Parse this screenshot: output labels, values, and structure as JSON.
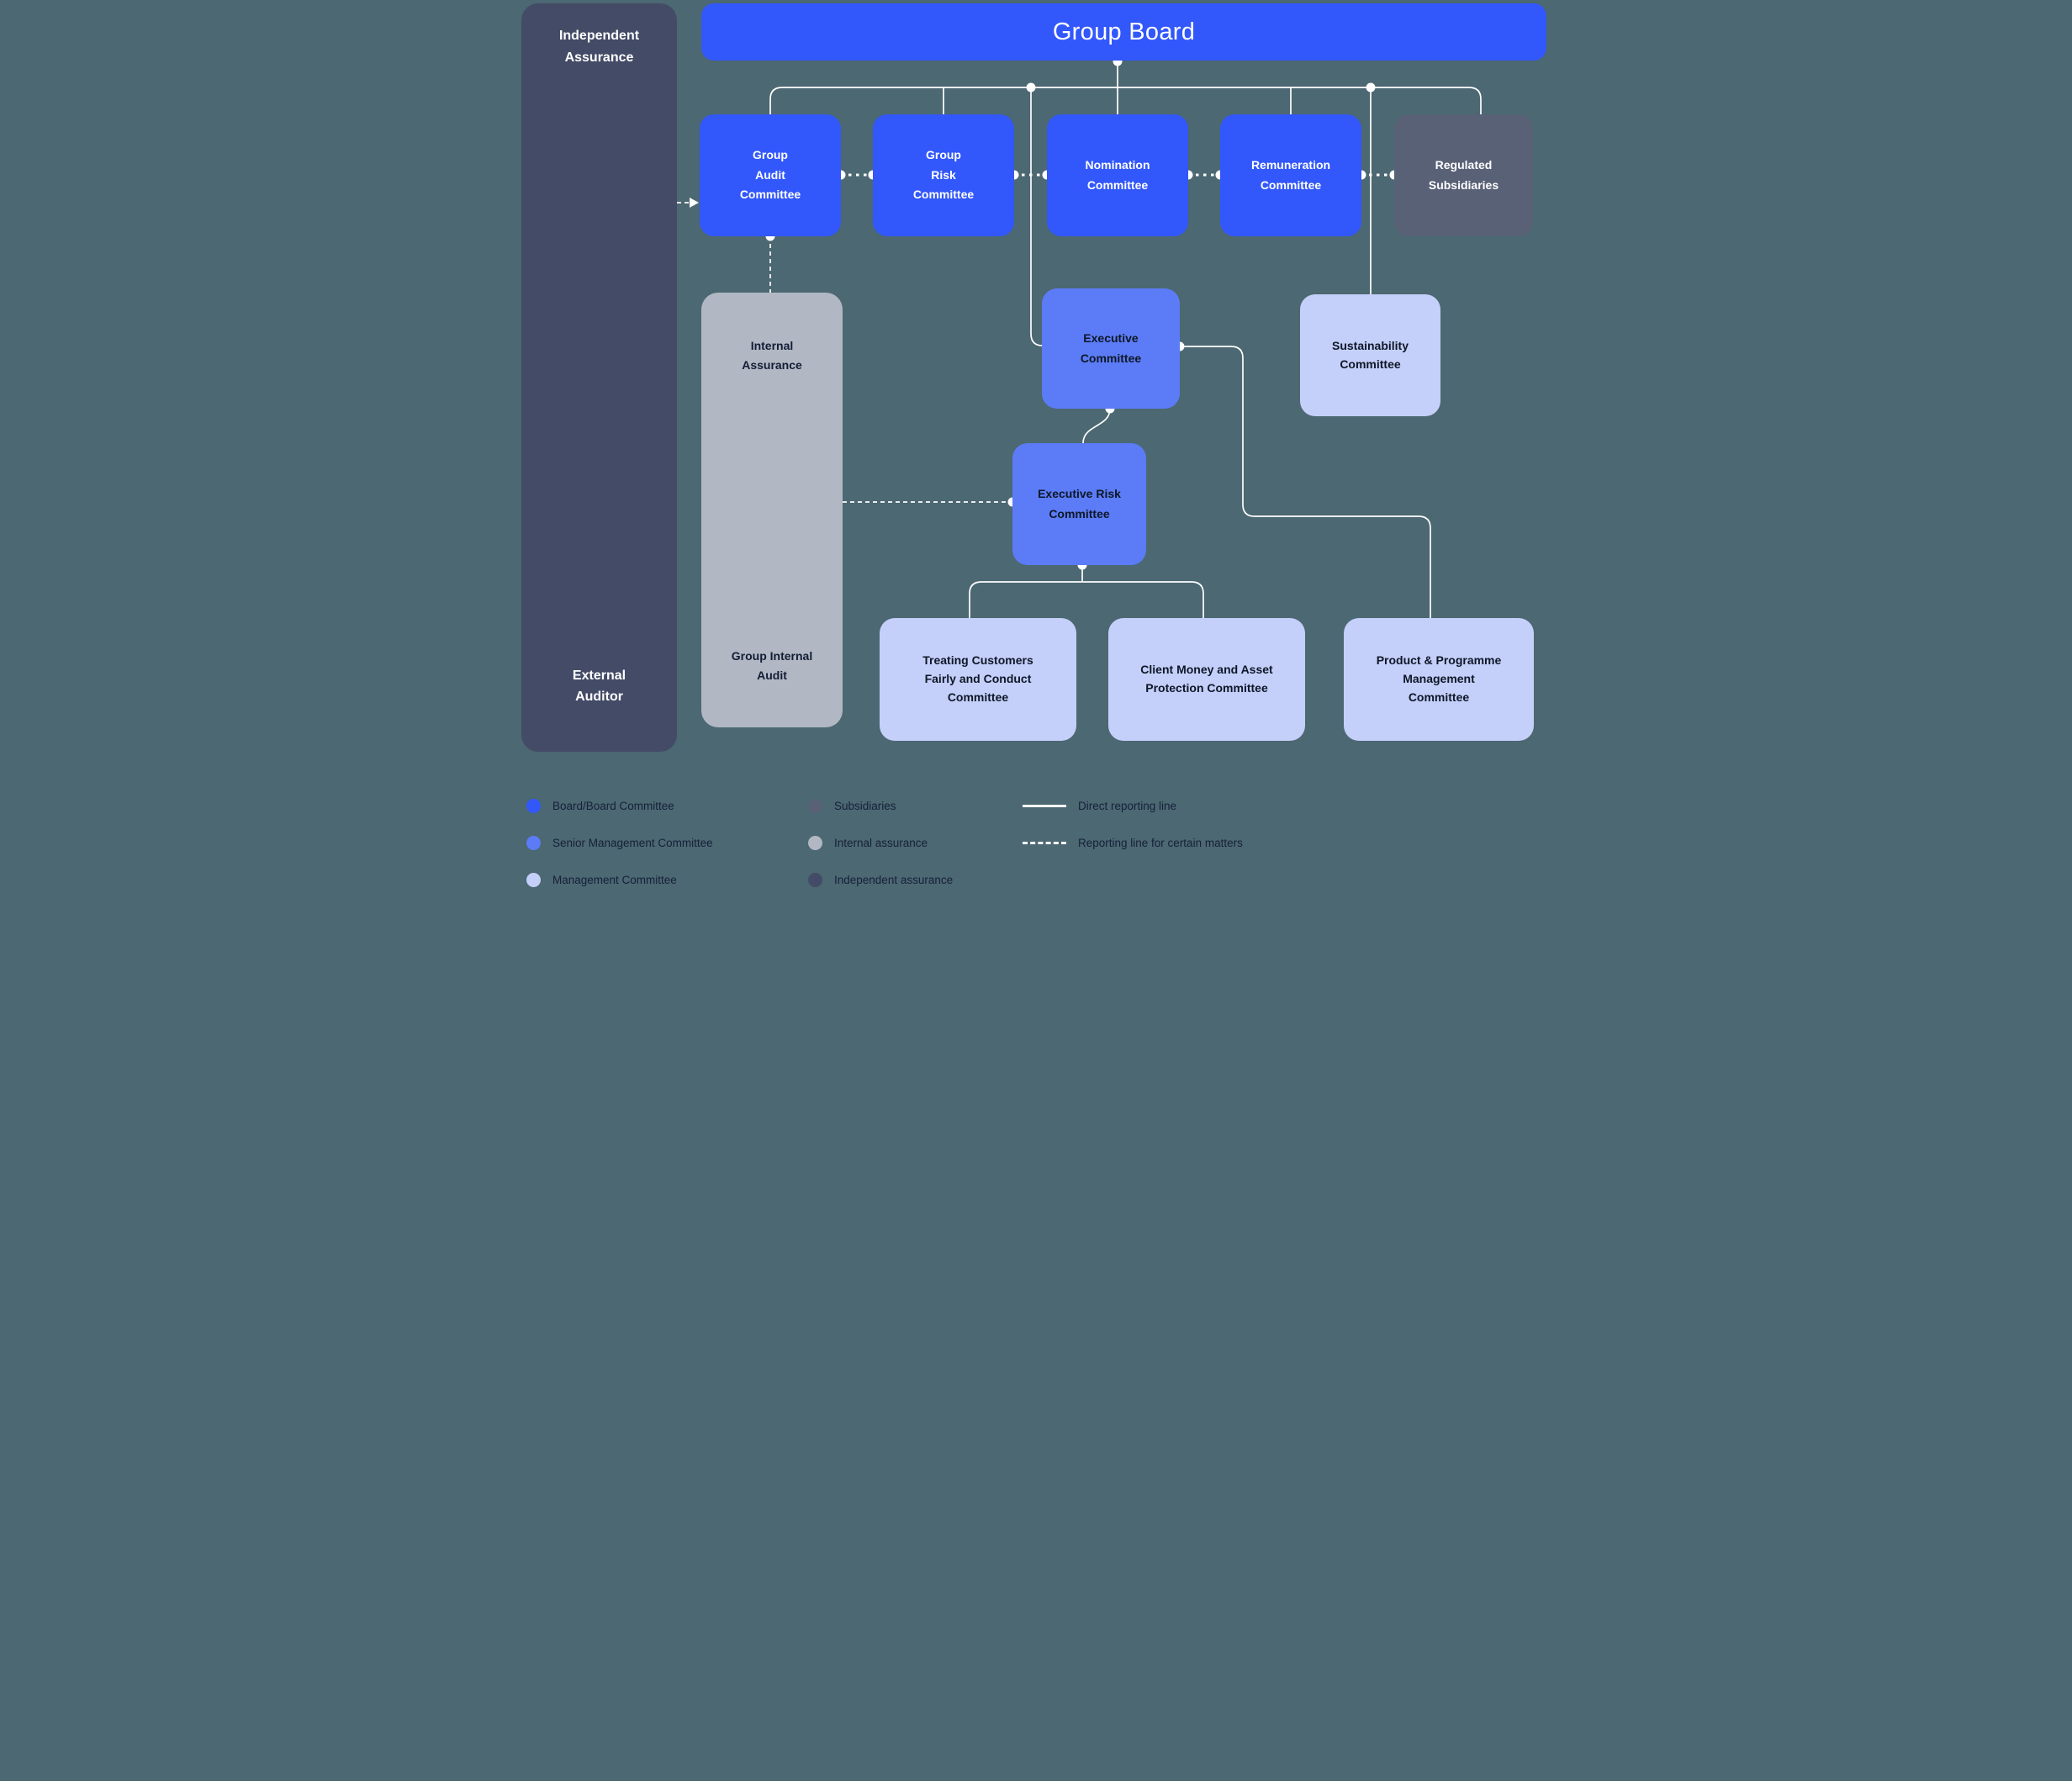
{
  "diagram": {
    "sidebar": {
      "top_label": "Independent\nAssurance",
      "bottom_label": "External\nAuditor"
    },
    "board": {
      "label": "Group Board"
    },
    "committees": {
      "group_audit": {
        "label": "Group\nAudit\nCommittee"
      },
      "group_risk": {
        "label": "Group\nRisk\nCommittee"
      },
      "nomination": {
        "label": "Nomination\nCommittee"
      },
      "remuneration": {
        "label": "Remuneration\nCommittee"
      },
      "regulated_subsidiaries": {
        "label": "Regulated\nSubsidiaries"
      }
    },
    "internal_assurance": {
      "top_label": "Internal\nAssurance",
      "bottom_label": "Group Internal\nAudit"
    },
    "executive_committee": {
      "label": "Executive\nCommittee"
    },
    "sustainability_committee": {
      "label": "Sustainability\nCommittee"
    },
    "executive_risk_committee": {
      "label": "Executive Risk\nCommittee"
    },
    "treating_customers": {
      "label": "Treating Customers\nFairly and Conduct\nCommittee"
    },
    "client_money": {
      "label": "Client Money and Asset\nProtection Committee"
    },
    "product_programme": {
      "label": "Product & Programme\nManagement\nCommittee"
    }
  },
  "legend": {
    "items": [
      {
        "label": "Board/Board Committee",
        "color": "#3257FB"
      },
      {
        "label": "Senior Management Committee",
        "color": "#5B7CF6"
      },
      {
        "label": "Management Committee",
        "color": "#C4CFFA"
      },
      {
        "label": "Subsidiaries",
        "color": "#596177"
      },
      {
        "label": "Internal assurance",
        "color": "#B1B8C3"
      },
      {
        "label": "Independent assurance",
        "color": "#444B67"
      }
    ],
    "lines": [
      {
        "label": "Direct reporting line",
        "style": "solid"
      },
      {
        "label": "Reporting line for certain matters",
        "style": "dashed"
      }
    ]
  },
  "colors": {
    "background": "#4C6872",
    "board_blue": "#3257FB",
    "senior_mgmt_blue": "#5B7CF6",
    "management_periwinkle": "#C4CFFA",
    "subsidiaries_slate": "#596177",
    "internal_assurance_gray": "#B1B8C3",
    "independent_assurance_navy": "#444B67",
    "line_white": "#FFFFFF"
  }
}
